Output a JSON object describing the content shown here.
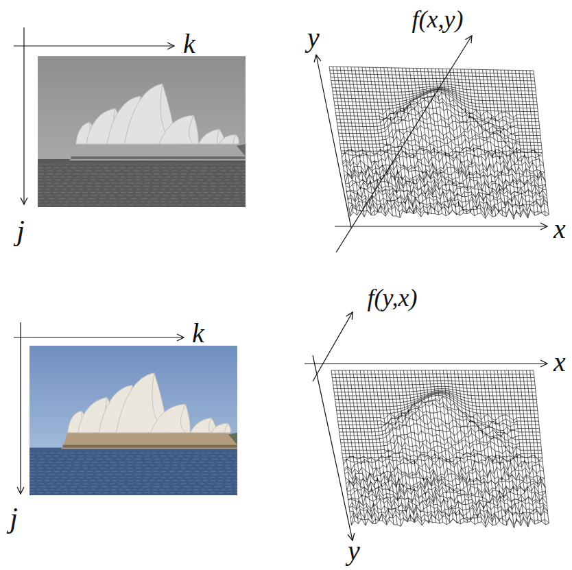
{
  "diagram": {
    "labels": [
      "k",
      "j",
      "y",
      "f(x,y)",
      "x",
      "k",
      "j",
      "f(y,x)",
      "x",
      "y"
    ]
  }
}
